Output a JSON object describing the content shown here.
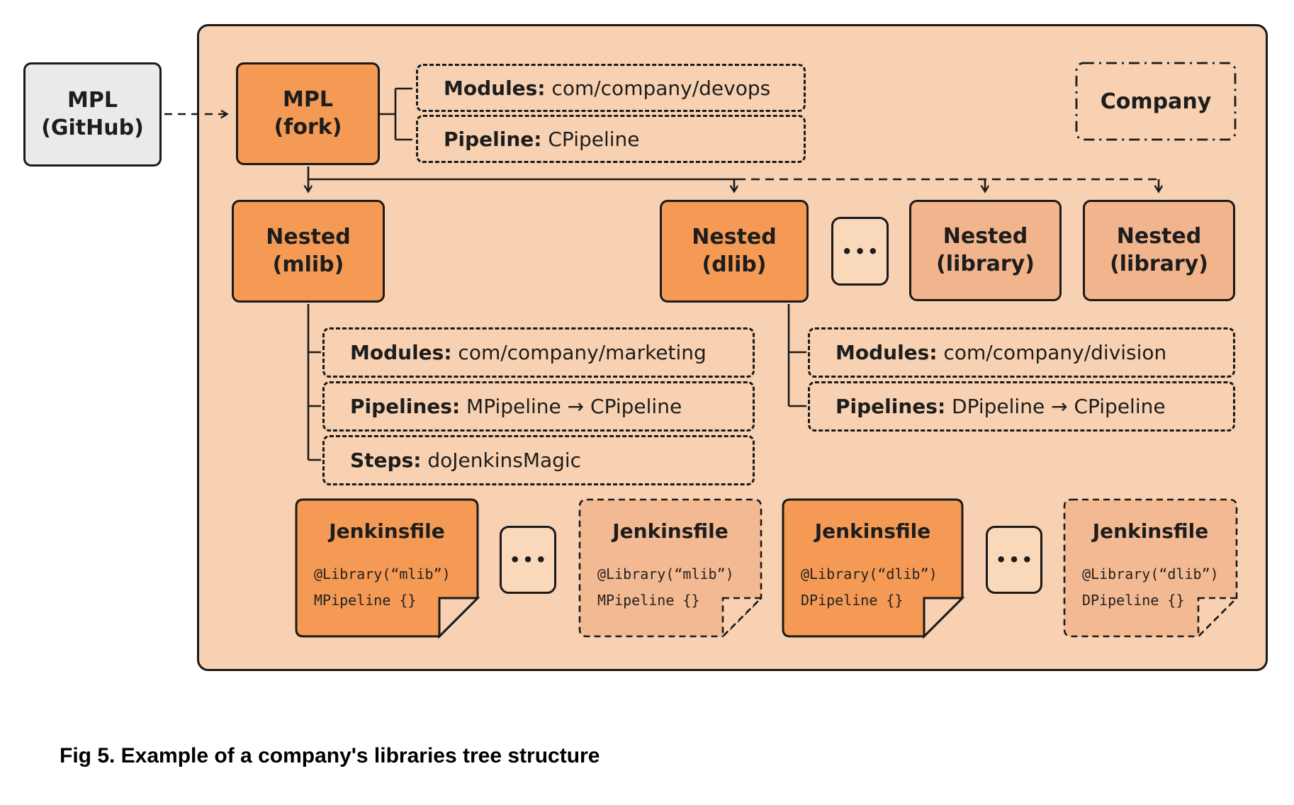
{
  "caption": "Fig 5. Example of a company's libraries tree structure",
  "github_node": {
    "line1": "MPL",
    "line2": "(GitHub)"
  },
  "company_label": "Company",
  "fork_node": {
    "line1": "MPL",
    "line2": "(fork)"
  },
  "fork_details": [
    {
      "label": "Modules:",
      "value": " com/company/devops"
    },
    {
      "label": "Pipeline:",
      "value": " CPipeline"
    }
  ],
  "mlib_node": {
    "line1": "Nested",
    "line2": "(mlib)"
  },
  "dlib_node": {
    "line1": "Nested",
    "line2": "(dlib)"
  },
  "library_node_1": {
    "line1": "Nested",
    "line2": "(library)"
  },
  "library_node_2": {
    "line1": "Nested",
    "line2": "(library)"
  },
  "ellipsis": "•••",
  "mlib_details": [
    {
      "label": "Modules:",
      "value": " com/company/marketing"
    },
    {
      "label": "Pipelines:",
      "value": " MPipeline → CPipeline"
    },
    {
      "label": "Steps:",
      "value": " doJenkinsMagic"
    }
  ],
  "dlib_details": [
    {
      "label": "Modules:",
      "value": " com/company/division"
    },
    {
      "label": "Pipelines:",
      "value": " DPipeline → CPipeline"
    }
  ],
  "jenkinsfiles": [
    {
      "title": "Jenkinsfile",
      "code_line1": "@Library(“mlib”)",
      "code_line2": "MPipeline {}"
    },
    {
      "title": "Jenkinsfile",
      "code_line1": "@Library(“mlib”)",
      "code_line2": "MPipeline {}"
    },
    {
      "title": "Jenkinsfile",
      "code_line1": "@Library(“dlib”)",
      "code_line2": "DPipeline {}"
    },
    {
      "title": "Jenkinsfile",
      "code_line1": "@Library(“dlib”)",
      "code_line2": "DPipeline {}"
    }
  ],
  "colors": {
    "accent_orange": "#F49A54",
    "salmon": "#F2B48C",
    "salmon_light": "#F3B992",
    "container_bg": "#F7D1B1",
    "ellipsis_bg": "#FAD9BB",
    "gray_node": "#EAEAEA",
    "line": "#1A1A1A"
  }
}
